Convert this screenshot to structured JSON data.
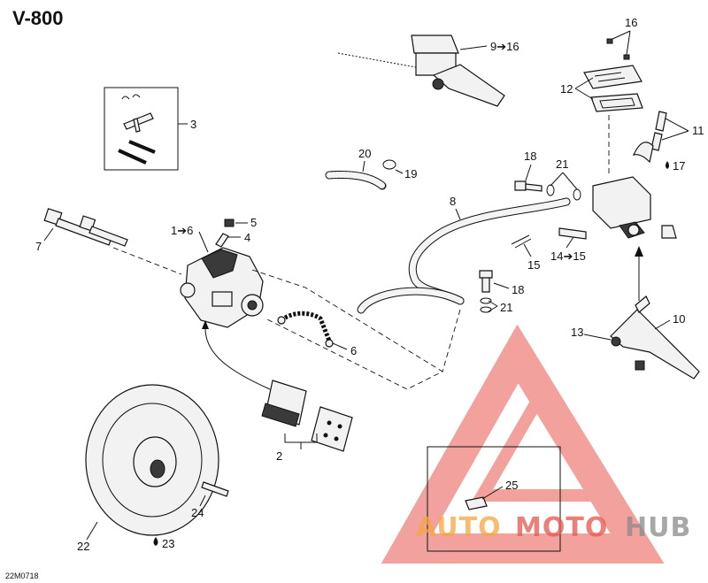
{
  "title": "V-800",
  "drawing_code": "22M0718",
  "labels": {
    "p3": "3",
    "p7": "7",
    "p1to6": "1➔6",
    "p5": "5",
    "p4": "4",
    "p6": "6",
    "p2": "2",
    "p22": "22",
    "p23": "23",
    "p24": "24",
    "p9to16": "9➔16",
    "p16": "16",
    "p12": "12",
    "p11": "11",
    "p17": "17",
    "p18a": "18",
    "p21a": "21",
    "p20": "20",
    "p19": "19",
    "p8": "8",
    "p15": "15",
    "p14to15": "14➔15",
    "p18b": "18",
    "p21b": "21",
    "p13": "13",
    "p10": "10",
    "p25": "25"
  },
  "watermark": {
    "part1": "AUTO",
    "part2": "MOTO",
    "part3": "HUB",
    "color_red": "#e8554e",
    "color_orange": "#f5a640",
    "color_gray": "#8a8a8a"
  },
  "icons": [
    "drop-icon",
    "arrow-icon"
  ]
}
